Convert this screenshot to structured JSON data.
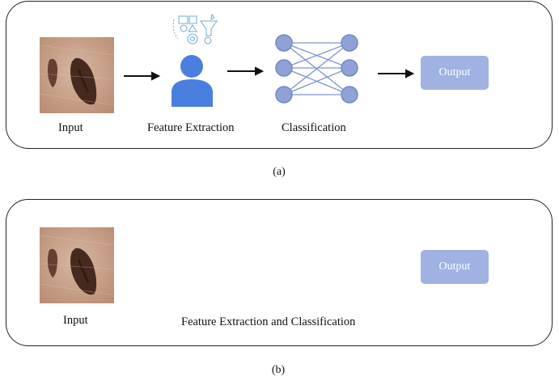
{
  "panel_a": {
    "input_label": "Input",
    "feature_label": "Feature Extraction",
    "classification_label": "Classification",
    "output_label": "Output",
    "caption": "(a)"
  },
  "panel_b": {
    "input_label": "Input",
    "combined_label": "Feature Extraction and Classification",
    "output_label": "Output",
    "caption": "(b)"
  },
  "colors": {
    "node_fill": "#8ea2d6",
    "node_stroke": "#7388c6",
    "edge": "#7d93cf",
    "person": "#4a7fe0",
    "output_box": "#9fb2e2",
    "skin": "#c9a58e",
    "lesion": "#4a2a1e"
  }
}
